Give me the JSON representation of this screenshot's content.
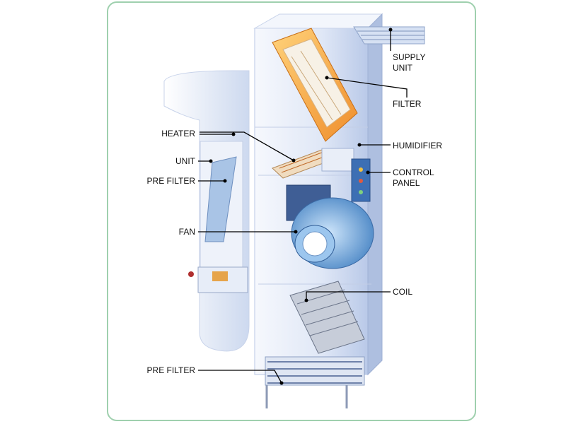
{
  "labels": {
    "supply_unit": [
      "SUPPLY",
      "UNIT"
    ],
    "filter": "FILTER",
    "heater": "HEATER",
    "humidifier": "HUMIDIFIER",
    "unit": "UNIT",
    "pre_filter_upper": "PRE FILTER",
    "control_panel": [
      "CONTROL",
      "PANEL"
    ],
    "fan": "FAN",
    "coil": "COIL",
    "pre_filter_lower": "PRE FILTER"
  },
  "colors": {
    "frame_border": "#9fd0ae",
    "cabinet_light": "#eef3fb",
    "cabinet_shade": "#c9d7ef",
    "filter_orange": "#f4a43a",
    "fan_blue": "#6fa6d8",
    "leader_line": "#000000"
  }
}
